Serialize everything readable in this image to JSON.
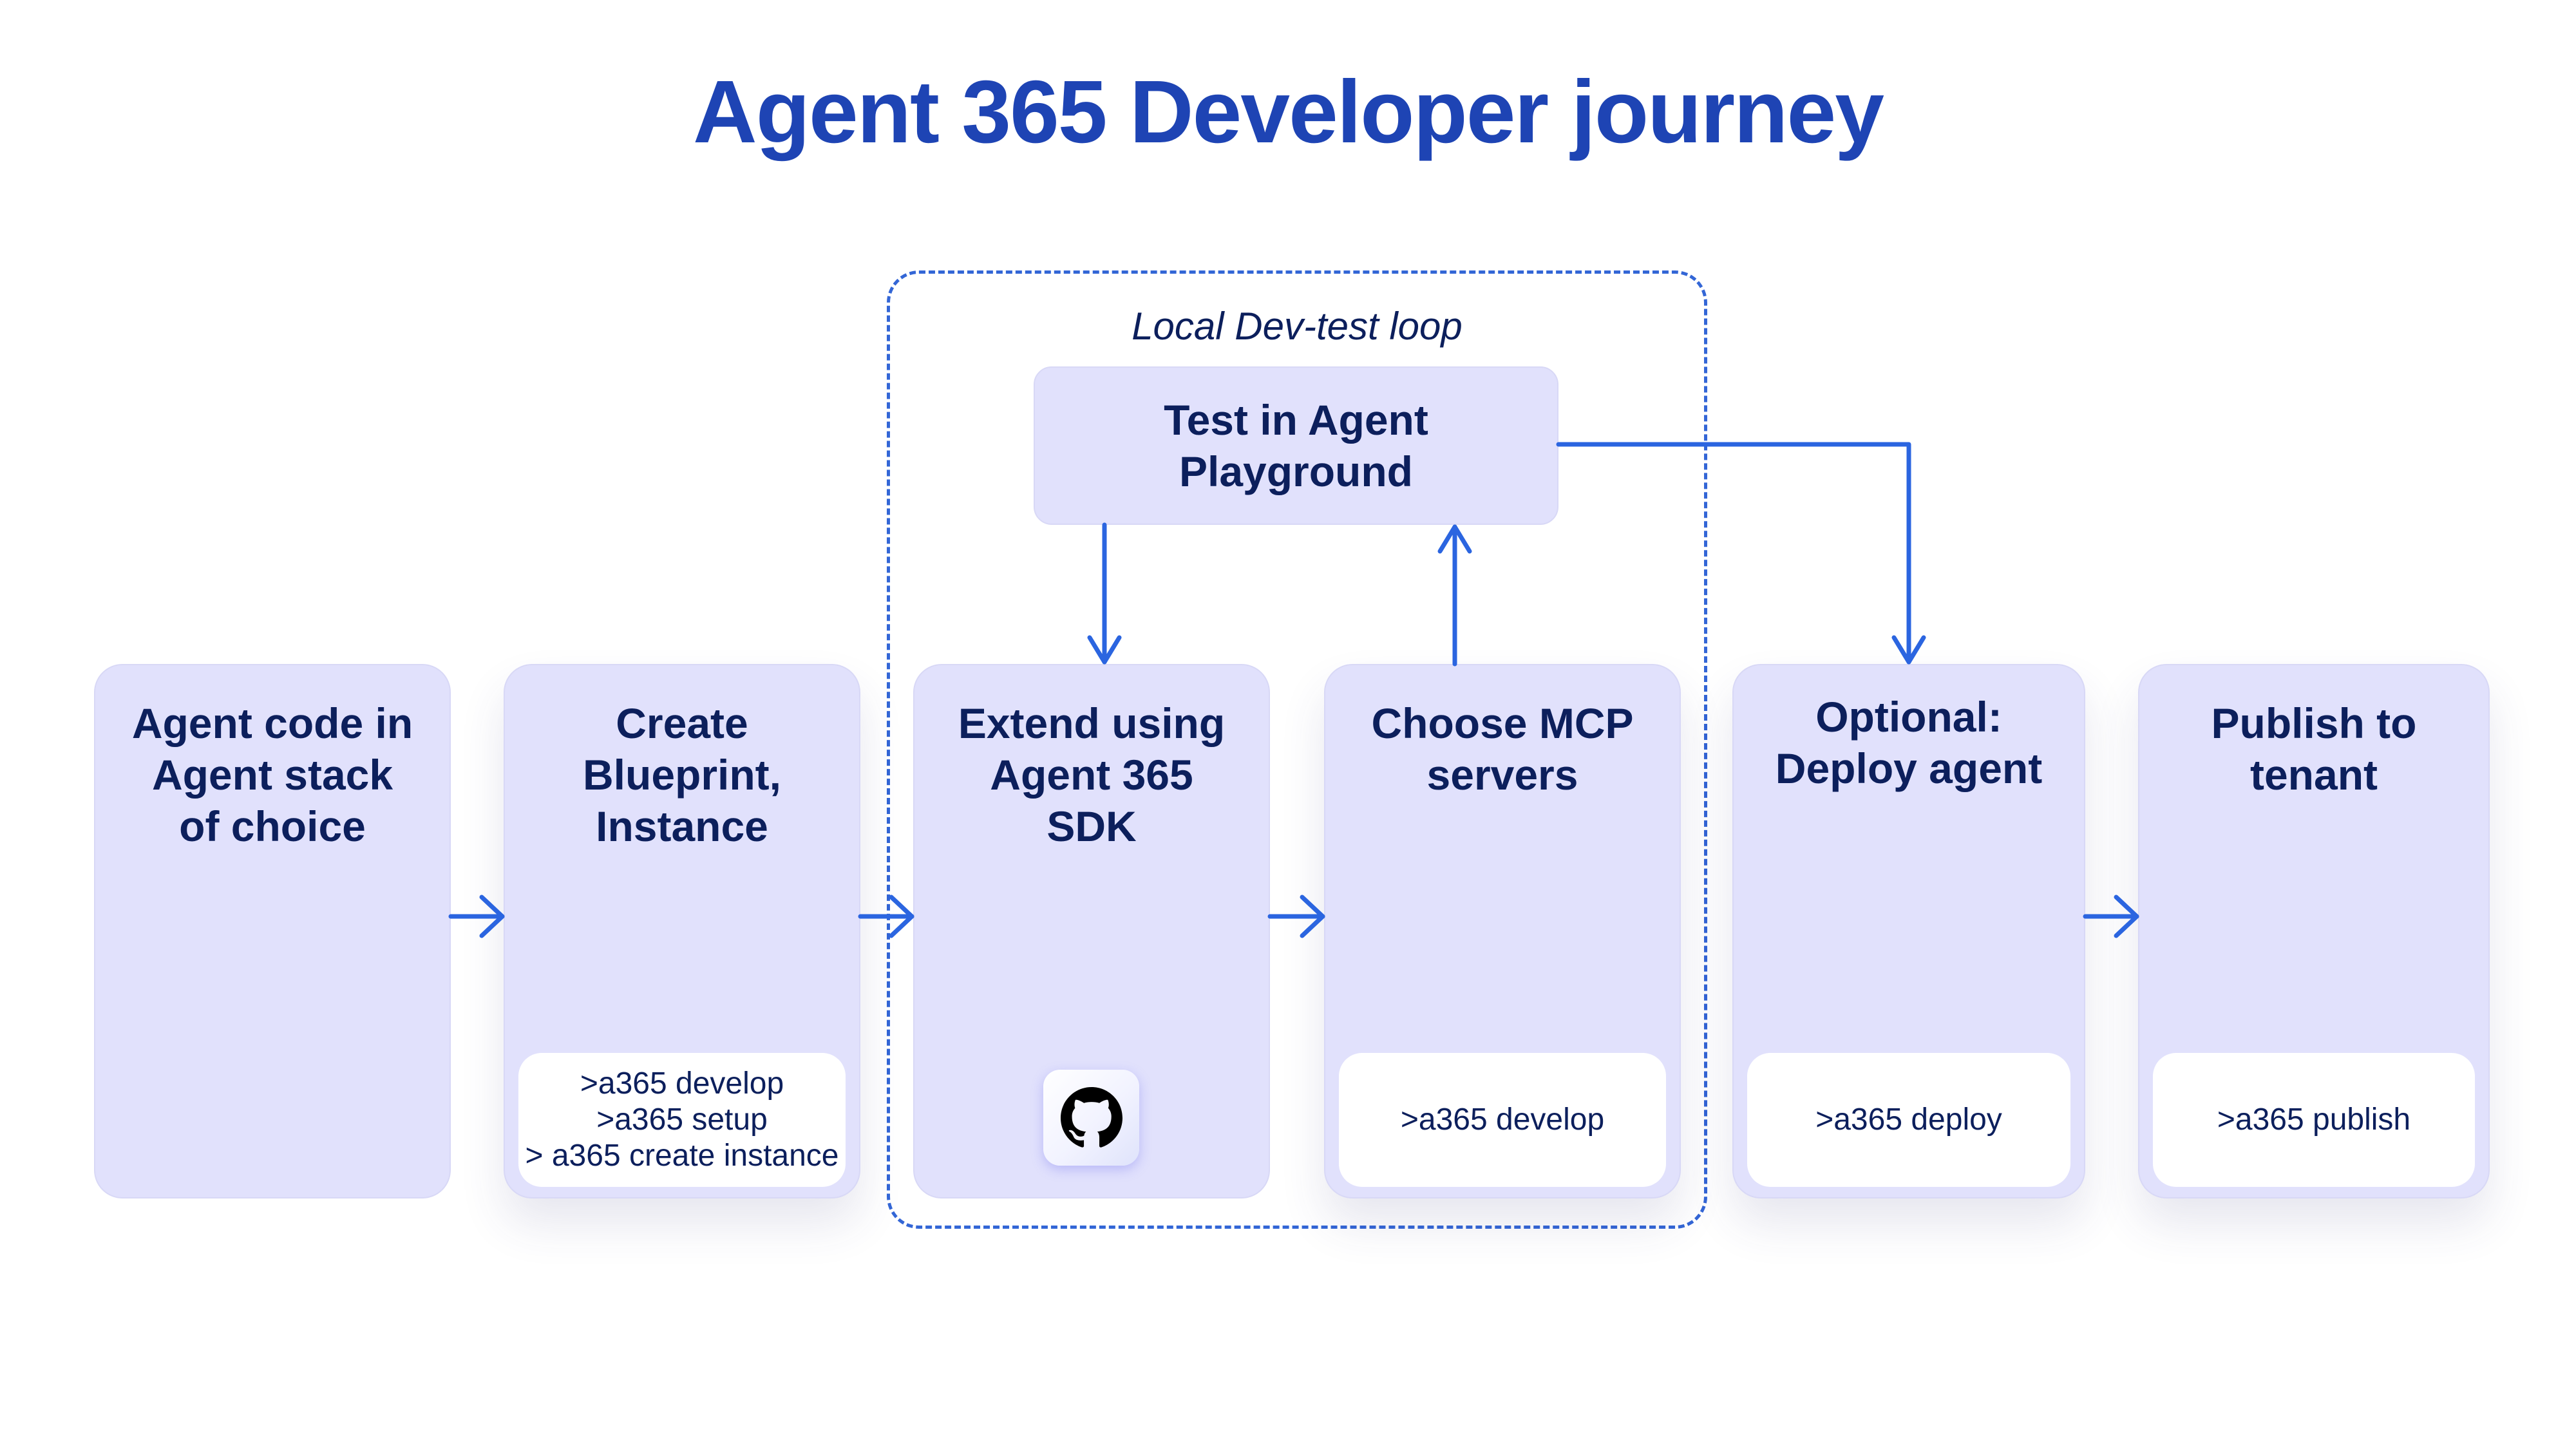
{
  "title": "Agent 365 Developer journey",
  "loop": {
    "label": "Local Dev-test loop"
  },
  "playground": {
    "line1": "Test in Agent",
    "line2": "Playground"
  },
  "steps": [
    {
      "title": [
        "Agent code in",
        "Agent stack",
        "of choice"
      ],
      "commands": []
    },
    {
      "title": [
        "Create",
        "Blueprint,",
        "Instance"
      ],
      "commands": [
        ">a365 develop",
        ">a365 setup",
        "> a365 create instance"
      ]
    },
    {
      "title": [
        "Extend using",
        "Agent 365",
        "SDK"
      ],
      "commands": [],
      "icon": "github-icon"
    },
    {
      "title": [
        "Choose MCP",
        "servers"
      ],
      "commands": [
        ">a365 develop"
      ]
    },
    {
      "title": [
        "Optional:",
        "Deploy agent"
      ],
      "commands": [
        ">a365 deploy"
      ]
    },
    {
      "title": [
        "Publish to",
        "tenant"
      ],
      "commands": [
        ">a365 publish"
      ]
    }
  ],
  "colors": {
    "accent": "#2b65e0",
    "title": "#1e44b4",
    "card": "#e1e1fc",
    "text": "#0c1f5c"
  }
}
